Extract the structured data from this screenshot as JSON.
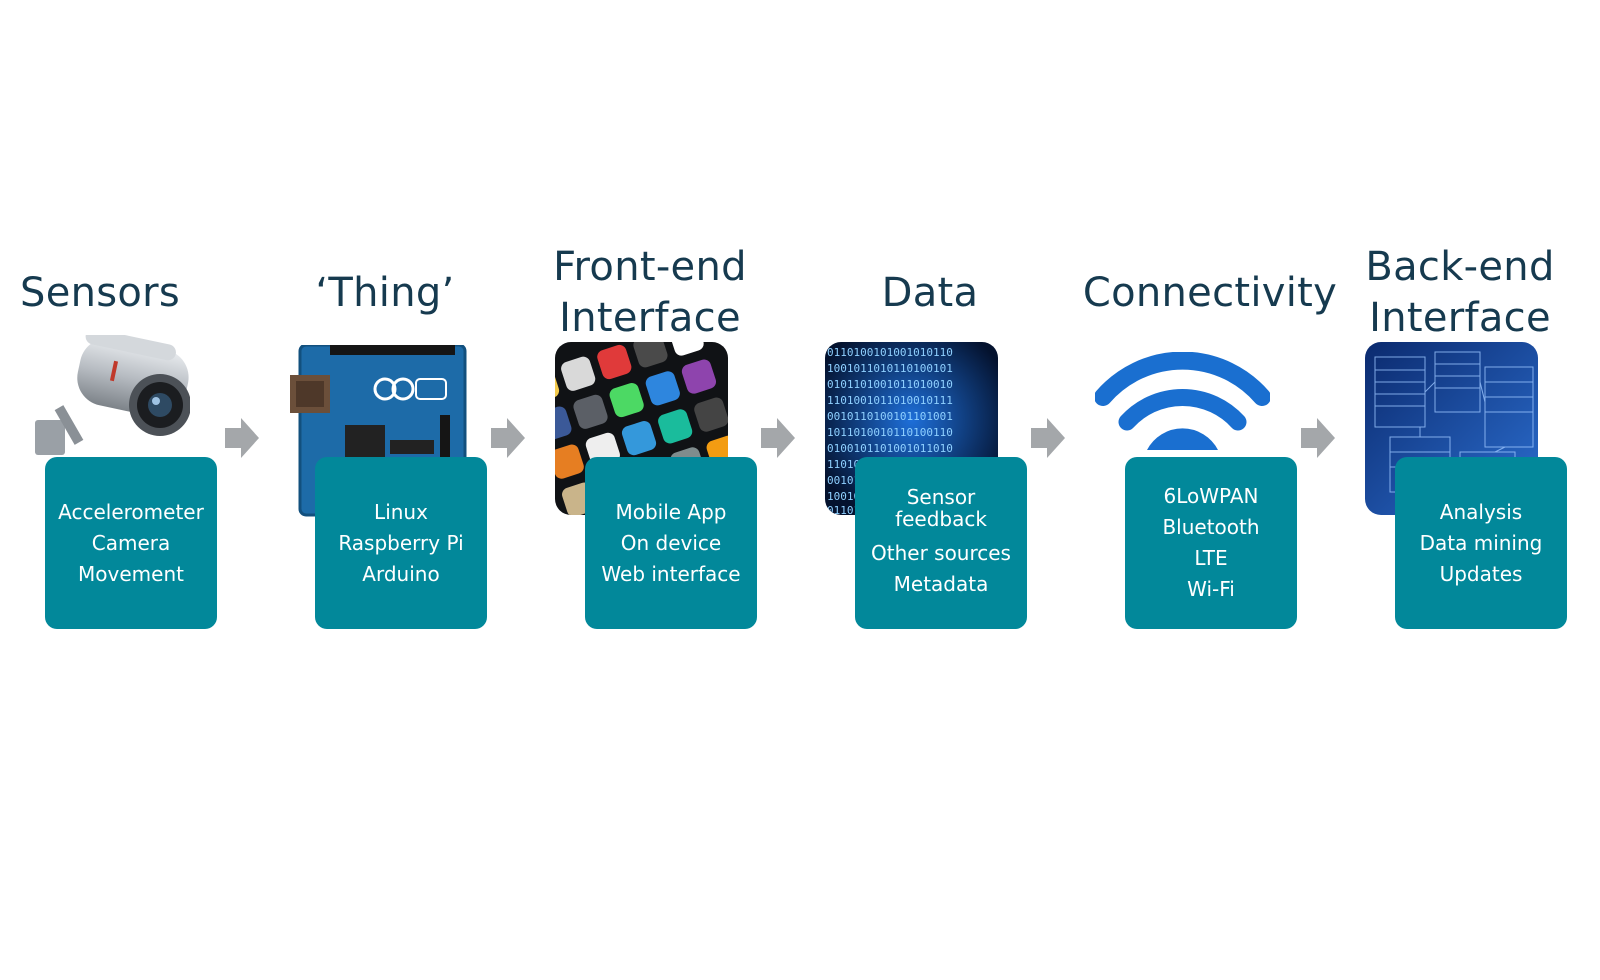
{
  "colors": {
    "title": "#163a4f",
    "box": "#02889a",
    "box_text": "#ffffff",
    "arrow": "#a4a7aa",
    "wifi": "#1a6fd0"
  },
  "stages": [
    {
      "title": "Sensors",
      "image": "security-camera-icon",
      "items": [
        "Accelerometer",
        "Camera",
        "Movement"
      ]
    },
    {
      "title": "‘Thing’",
      "image": "arduino-board-icon",
      "items": [
        "Linux",
        "Raspberry Pi",
        "Arduino"
      ]
    },
    {
      "title": "Front-end\nInterface",
      "image": "smartphone-apps-icon",
      "items": [
        "Mobile App",
        "On device",
        "Web interface"
      ]
    },
    {
      "title": "Data",
      "image": "binary-code-icon",
      "items": [
        "Sensor feedback",
        "Other sources",
        "Metadata"
      ]
    },
    {
      "title": "Connectivity",
      "image": "wifi-icon",
      "items": [
        "6LoWPAN",
        "Bluetooth",
        "LTE",
        "Wi-Fi"
      ]
    },
    {
      "title": "Back-end\nInterface",
      "image": "database-blueprint-icon",
      "items": [
        "Analysis",
        "Data mining",
        "Updates"
      ]
    }
  ],
  "connector_icon": "arrow-right-icon"
}
